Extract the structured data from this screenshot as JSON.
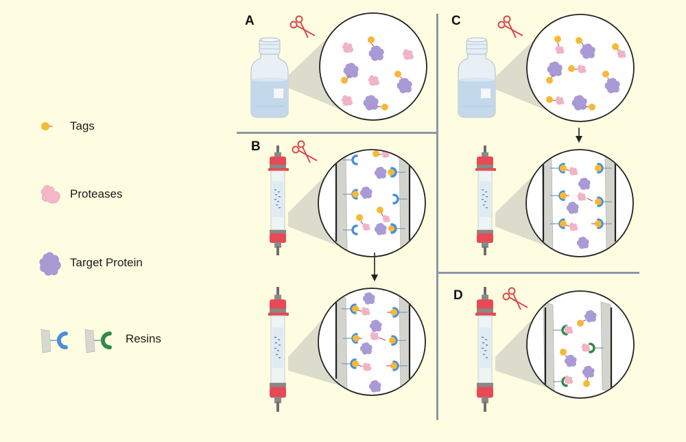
{
  "legend": {
    "items": [
      {
        "icon": "tag-icon",
        "label": "Tags"
      },
      {
        "icon": "protease-icon",
        "label": "Proteases"
      },
      {
        "icon": "target-protein-icon",
        "label": "Target Protein"
      },
      {
        "icon": "resin-icon",
        "label": "Resins"
      }
    ]
  },
  "panels": [
    {
      "letter": "A",
      "vessel": "bottle",
      "scissors": true
    },
    {
      "letter": "B",
      "vessel": "column",
      "scissors": true
    },
    {
      "letter": "C",
      "vessel": "bottle",
      "scissors": true
    },
    {
      "letter": "D",
      "vessel": "column",
      "scissors": true
    }
  ],
  "colors": {
    "background": "#fefde1",
    "tag": "#f5b935",
    "protease": "#f0b4c6",
    "target_protein": "#a99ad6",
    "resin_blue": "#4a8fd8",
    "resin_green": "#2e8a48",
    "scissors": "#d9464a",
    "divider": "#8c95a8"
  }
}
